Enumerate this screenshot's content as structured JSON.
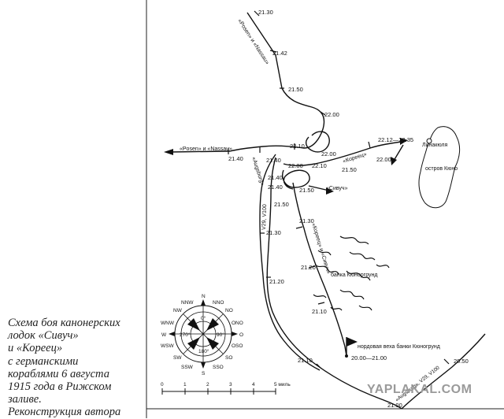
{
  "caption": {
    "lines": [
      "Схема боя канонерских",
      "лодок «Сивуч»",
      "и «Кореец»",
      "с германскими",
      "кораблями 6 августа",
      "1915 года в Рижском",
      "заливе.",
      "Реконструкция автора"
    ]
  },
  "watermark": "YAPLAKAL.COM",
  "map": {
    "times": {
      "t2130": "21.30",
      "t2142": "21.42",
      "t2150a": "21.50",
      "t2200a": "22.00",
      "t2210a": "22.10",
      "t2200b": "22.00",
      "t2140a": "21.40",
      "t2140b": "21.40",
      "t2200c": "22.00",
      "t2210b": "22.10",
      "t2150b": "21.50",
      "t2140c": "21.40",
      "t2140d": "21.40",
      "t2150c": "21.50",
      "t2150d": "21.50",
      "t2130b": "21.30",
      "t2130c": "21.30",
      "t2120a": "21.20",
      "t2120b": "21.20",
      "t2110a": "21.10",
      "t2110b": "21.10",
      "t2100": "21.00",
      "t2050": "20.50",
      "t2200d": "22.00",
      "range1": "22.12—22.35",
      "range2": "20.00—21.00"
    },
    "labels": {
      "posen_nassau_top": "«Posen» и «Nassau»",
      "posen_nassau_left": "«Posen» и «Nassau»",
      "koreets_top": "«Кореец»",
      "augsburg": "«Augsburg»",
      "v29_v100": "V29, V100",
      "sivuch": "«Сивуч»",
      "koreets_sivuch": "«Кореец» и «Сивуч»",
      "bank": "банка Кюноргрунд",
      "north_buoy": "нордовая веха банки Кюногрунд",
      "linakyula": "Линакюля",
      "island": "остров Кюно",
      "augsburg_bottom": "«Augsburg», V29, V100"
    },
    "compass": {
      "n": "N",
      "nno": "NNO",
      "no": "NO",
      "ono": "ONO",
      "o": "O",
      "oso": "OSO",
      "so": "SO",
      "sso": "SSO",
      "s": "S",
      "ssw": "SSW",
      "sw": "SW",
      "wsw": "WSW",
      "w": "W",
      "wnw": "WNW",
      "nw": "NW",
      "nnw": "NNW",
      "d0": "0°",
      "d90": "90°",
      "d180": "180°",
      "d270": "270°"
    },
    "scale": {
      "ticks": [
        "0",
        "1",
        "2",
        "3",
        "4",
        "5 миль"
      ]
    }
  }
}
